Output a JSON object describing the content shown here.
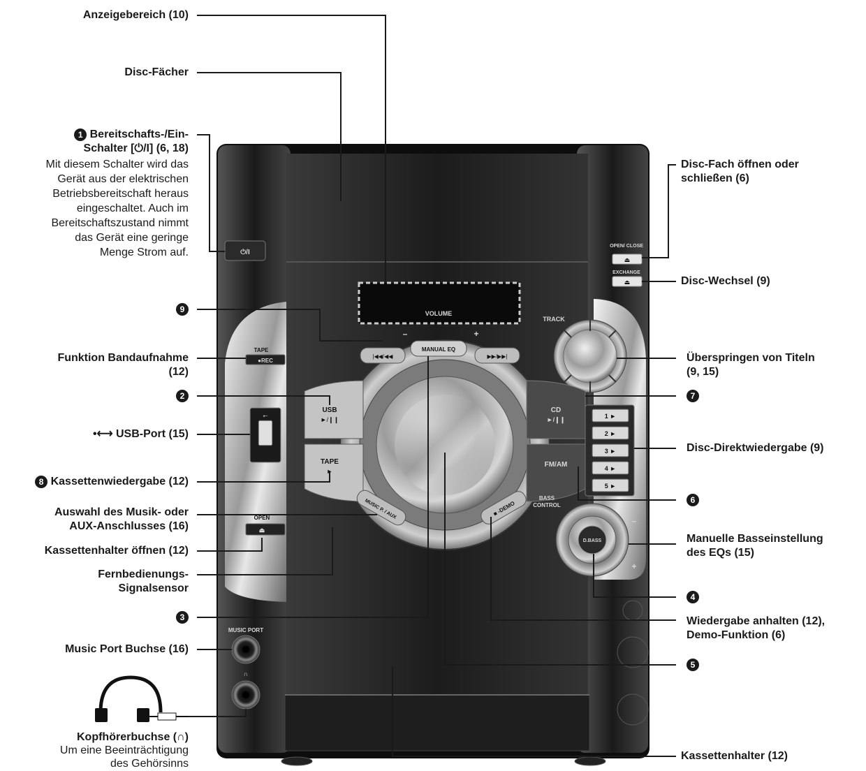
{
  "labels": {
    "anzeige": "Anzeigebereich (10)",
    "disc_faecher": "Disc-Fächer",
    "power_title_1": "Bereitschafts-/Ein-",
    "power_title_2": "Schalter [⏻/I] (6, 18)",
    "power_desc": [
      "Mit diesem Schalter wird das",
      "Gerät aus der elektrischen",
      "Betriebsbereitschaft heraus",
      "eingeschaltet. Auch im",
      "Bereitschaftszustand nimmt",
      "das Gerät eine geringe",
      "Menge Strom auf."
    ],
    "open_close_1": "Disc-Fach öffnen oder",
    "open_close_2": "schließen (6)",
    "disc_wechsel": "Disc-Wechsel (9)",
    "skip_1": "Überspringen von Titeln",
    "skip_2": "(9, 15)",
    "tape_rec_1": "Funktion Bandaufnahme",
    "tape_rec_2": "(12)",
    "usb_port": "USB-Port (15)",
    "direkt": "Disc-Direktwiedergabe (9)",
    "kassetten_wg": "Kassettenwiedergabe (12)",
    "music_aux_1": "Auswahl des Musik- oder",
    "music_aux_2": "AUX-Anschlusses (16)",
    "kassettenhalter_oeffnen": "Kassettenhalter öffnen (12)",
    "bass_1": "Manuelle Basseinstellung",
    "bass_2": "des EQs (15)",
    "sensor_1": "Fernbedienungs-",
    "sensor_2": "Signalsensor",
    "stop_1": "Wiedergabe anhalten (12),",
    "stop_2": "Demo-Funktion (6)",
    "music_port_buchse": "Music Port Buchse (16)",
    "kopfhoerer_title": "Kopfhörerbuchse (∩)",
    "kopfhoerer_desc_1": "Um eine Beeinträchtigung",
    "kopfhoerer_desc_2": "des Gehörsinns",
    "kassettenhalter": "Kassettenhalter (12)"
  },
  "numbers": {
    "n1": "1",
    "n2": "2",
    "n3": "3",
    "n4": "4",
    "n5": "5",
    "n6": "6",
    "n7": "7",
    "n8": "8",
    "n9": "9"
  },
  "device": {
    "power": "⏻/I",
    "open_close": "OPEN/ CLOSE",
    "exchange": "EXCHANGE",
    "track": "TRACK",
    "volume": "VOLUME",
    "minus": "–",
    "plus": "+",
    "manual_eq": "MANUAL EQ",
    "usb": "USB",
    "play_pause": "►/❙❙",
    "cd": "CD",
    "tape": "TAPE",
    "tape_play": "►",
    "fm_am": "FM/AM",
    "bass_control_1": "BASS",
    "bass_control_2": "CONTROL",
    "dbass": "D.BASS",
    "music_p_aux": "MUSIC P. / AUX",
    "stop_demo": "■ -DEMO",
    "tape_top": "TAPE",
    "rec": "●REC",
    "open": "OPEN",
    "eject": "⏏",
    "music_port": "MUSIC PORT",
    "headphone": "∩",
    "disc_buttons": [
      "1 ►",
      "2 ►",
      "3 ►",
      "4 ►",
      "5 ►"
    ],
    "prev": "|◀◀/◀◀",
    "next": "▶▶/▶▶|"
  }
}
